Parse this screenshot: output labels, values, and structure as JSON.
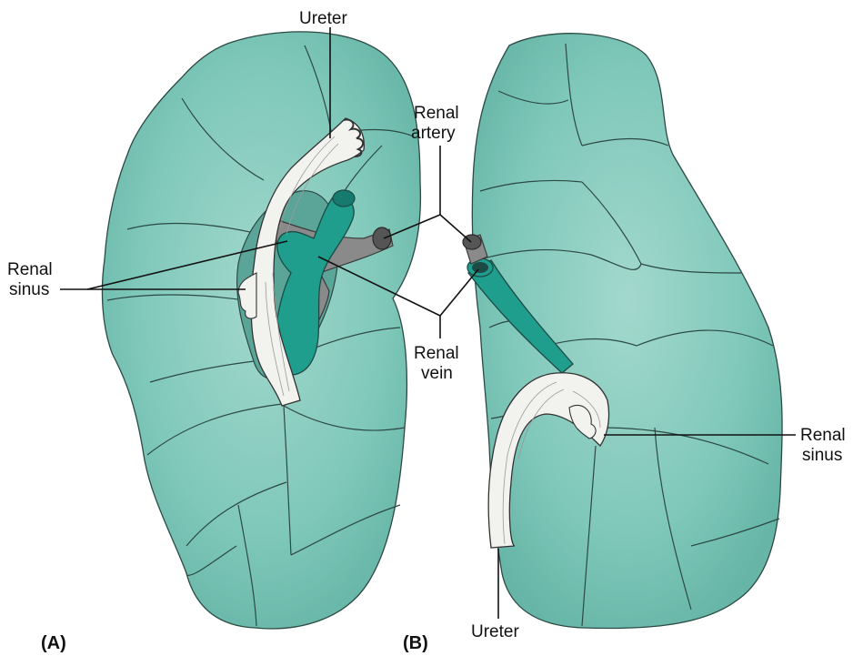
{
  "labels": {
    "ureter_top": "Ureter",
    "renal_artery_line1": "Renal",
    "renal_artery_line2": "artery",
    "renal_sinus_left_line1": "Renal",
    "renal_sinus_left_line2": "sinus",
    "renal_vein_line1": "Renal",
    "renal_vein_line2": "vein",
    "renal_sinus_right_line1": "Renal",
    "renal_sinus_right_line2": "sinus",
    "ureter_bottom": "Ureter"
  },
  "panels": {
    "a": "(A)",
    "b": "(B)"
  },
  "colors": {
    "lobe_fill": "#71c1b3",
    "lobe_highlight": "#a3d8cd",
    "outline": "#2c4944",
    "vein": "#1f9e8d",
    "artery": "#8a8a8a",
    "ureter": "#f2f2ef"
  }
}
